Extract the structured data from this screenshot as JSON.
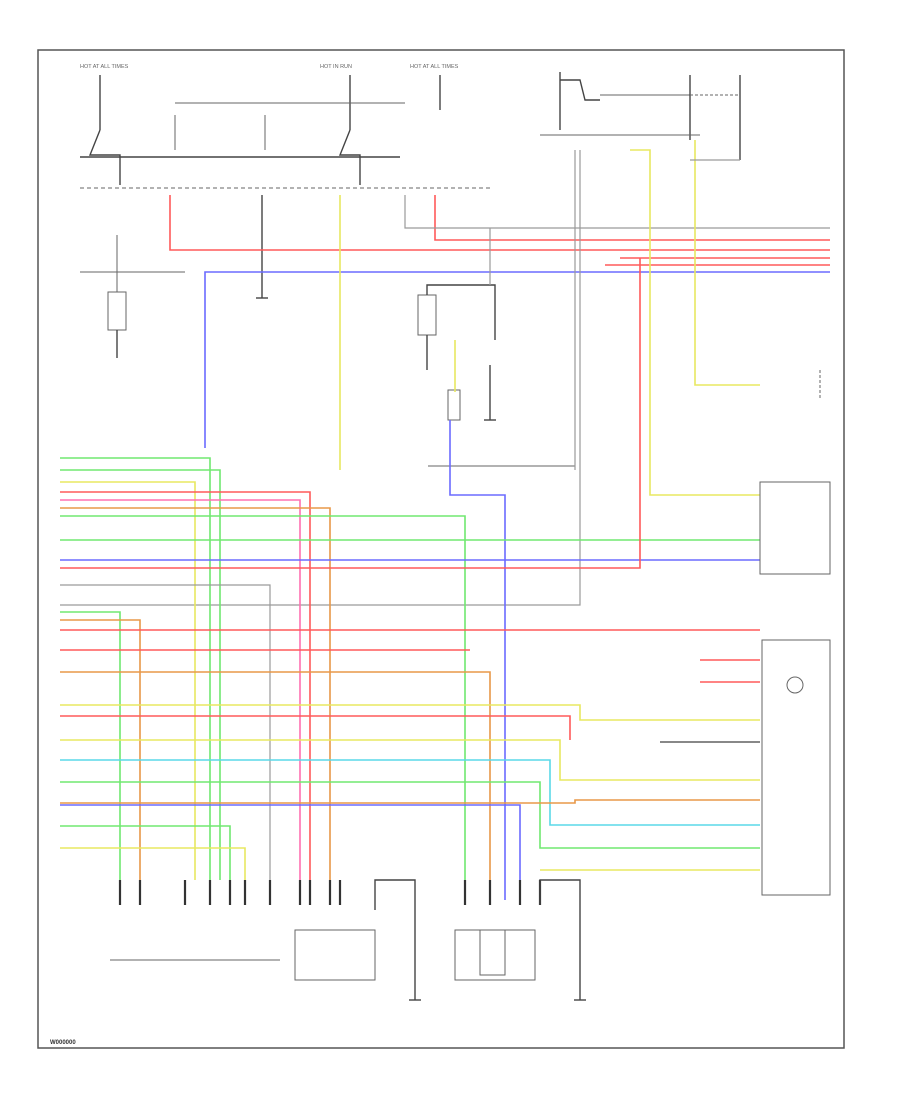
{
  "diagram": {
    "footer_code": "W000000",
    "fuse_labels": [
      "HOT AT ALL TIMES",
      "HOT IN RUN",
      "HOT AT ALL TIMES"
    ],
    "wire_colors": {
      "red": "#ff5a5a",
      "blue": "#6b6bff",
      "yellow": "#e8e860",
      "green": "#70e870",
      "cyan": "#5ad8e8",
      "orange": "#e89848",
      "pink": "#ff70b0",
      "black": "#404040",
      "grey": "#9a9a9a"
    }
  }
}
